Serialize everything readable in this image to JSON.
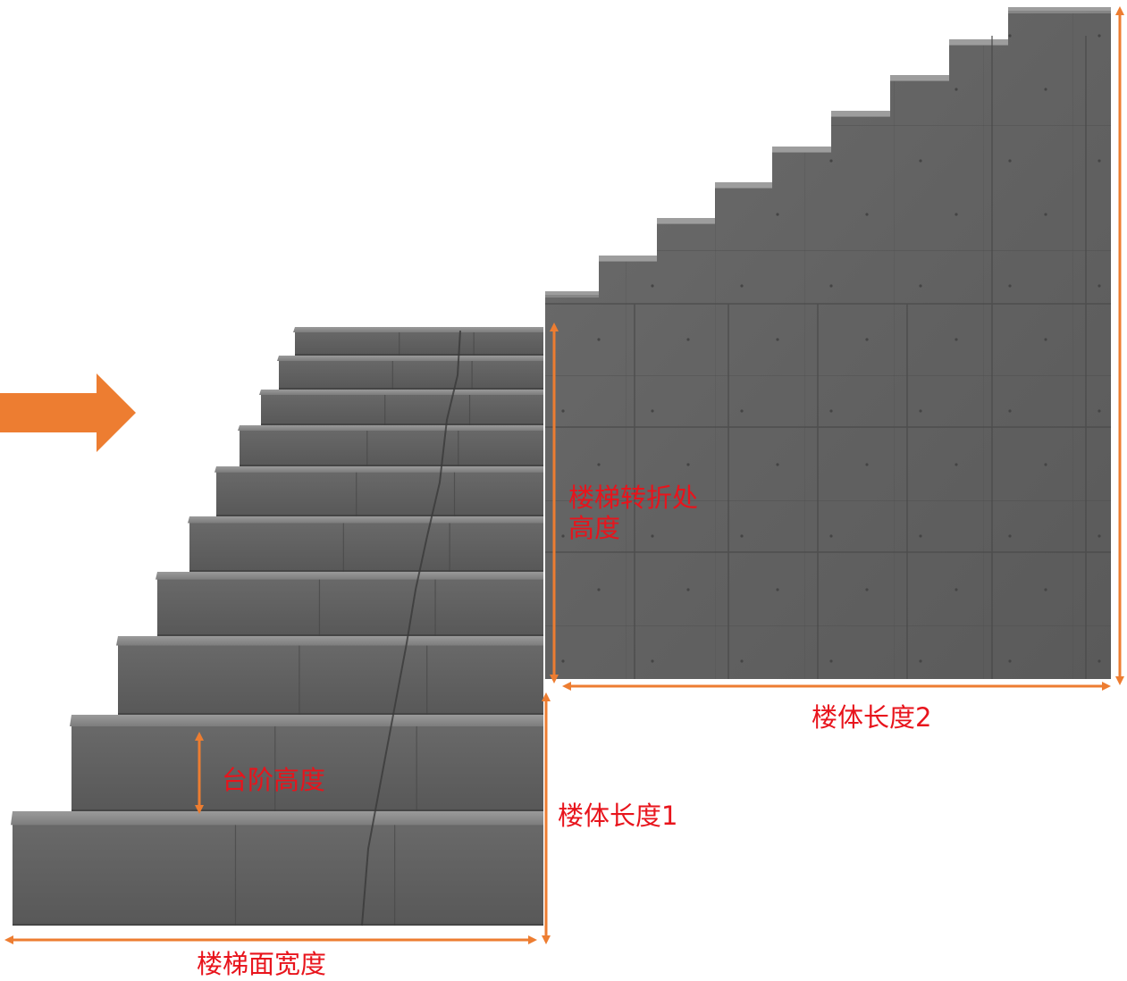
{
  "labels": {
    "turn_height_line1": "楼梯转折处",
    "turn_height_line2": "高度",
    "step_height": "台阶高度",
    "body_length_1": "楼体长度1",
    "body_length_2": "楼体长度2",
    "stair_width": "楼梯面宽度"
  },
  "colors": {
    "accent_orange": "#ed7d31",
    "label_red": "#e8141c",
    "concrete_light": "#8a8a8a",
    "concrete_mid": "#6f6f6f",
    "concrete_dark": "#4e4e4e"
  },
  "icons": {
    "pointer": "right-arrow-icon"
  }
}
